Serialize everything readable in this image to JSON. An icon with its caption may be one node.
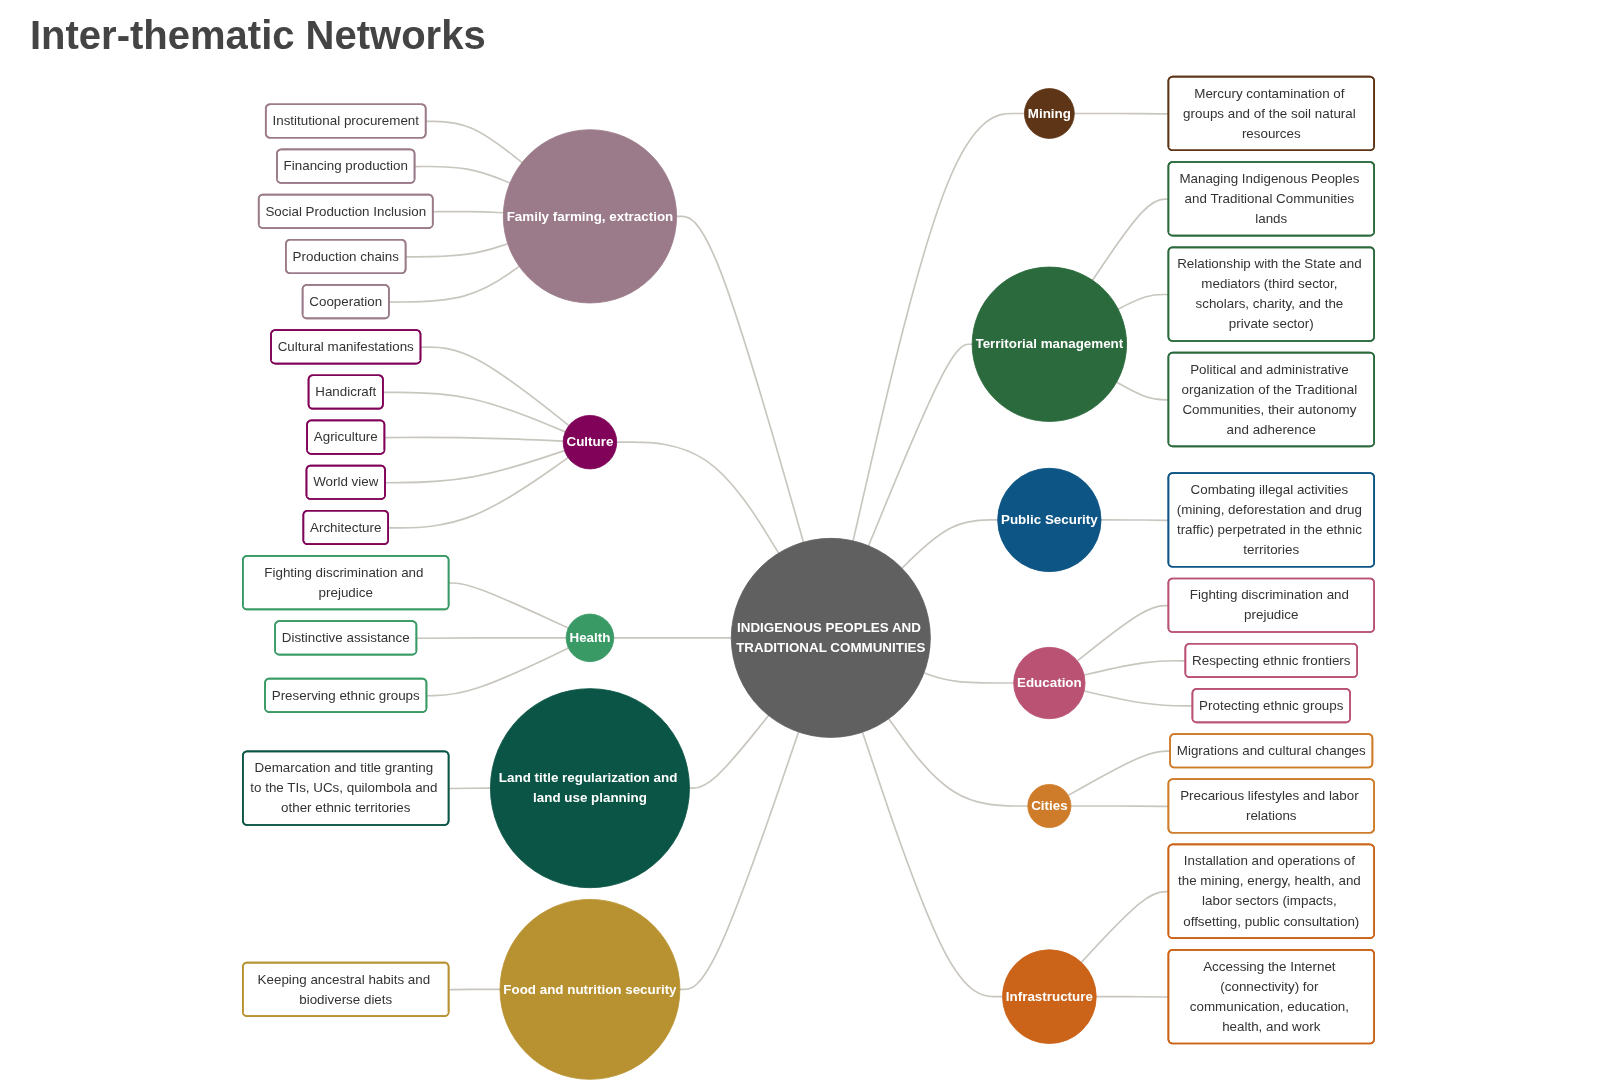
{
  "diagram": {
    "title": "Inter-thematic Networks",
    "nodes": [
      {
        "text": [
          "INDIGENOUS PEOPLES AND TRADITIONAL COMMUNITIES"
        ]
      },
      {
        "text": [
          "Family farming, extraction"
        ]
      },
      {
        "text": [
          "Institutional procurement"
        ]
      },
      {
        "text": [
          "Financing production"
        ]
      },
      {
        "text": [
          "Social Production Inclusion"
        ]
      },
      {
        "text": [
          "Production chains"
        ]
      },
      {
        "text": [
          "Cooperation"
        ]
      },
      {
        "text": [
          "Mining"
        ]
      },
      {
        "text": [
          "Mercury contamination of groups and of the soil natural resources"
        ]
      },
      {
        "text": [
          "Territorial management"
        ]
      },
      {
        "text": [
          "Managing Indigenous Peoples and Traditional Communities lands"
        ]
      },
      {
        "text": [
          "Relationship with the State and mediators (third sector, scholars, charity, and the private sector)"
        ]
      },
      {
        "text": [
          "Political and administrative organization of the Traditional Communities, their autonomy and adherence"
        ]
      },
      {
        "text": [
          "Public Security"
        ]
      },
      {
        "text": [
          "Combating illegal activities (mining, deforestation and drug traffic) perpetrated in the ethnic territories"
        ]
      },
      {
        "text": [
          "Education"
        ]
      },
      {
        "text": [
          "Fighting discrimination and prejudice"
        ]
      },
      {
        "text": [
          "Respecting ethnic frontiers"
        ]
      },
      {
        "text": [
          "Protecting ethnic groups"
        ]
      },
      {
        "text": [
          "Cities"
        ]
      },
      {
        "text": [
          "Migrations and cultural changes"
        ]
      },
      {
        "text": [
          "Precarious lifestyles and labor relations"
        ]
      },
      {
        "text": [
          "Infrastructure"
        ]
      },
      {
        "text": [
          "Installation and operations of the mining, energy, health, and labor sectors (impacts, offsetting, public consultation)"
        ]
      },
      {
        "text": [
          "Accessing the Internet (connectivity) for communication, education, health, and work"
        ]
      },
      {
        "text": [
          "Culture"
        ]
      },
      {
        "text": [
          "Cultural manifestations"
        ]
      },
      {
        "text": [
          "Handicraft"
        ]
      },
      {
        "text": [
          "Agriculture"
        ]
      },
      {
        "text": [
          "World view"
        ]
      },
      {
        "text": [
          "Architecture"
        ]
      },
      {
        "text": [
          "Health"
        ]
      },
      {
        "text": [
          "Fighting discrimination and prejudice"
        ]
      },
      {
        "text": [
          "Distinctive assistance"
        ]
      },
      {
        "text": [
          "Preserving ethnic groups"
        ]
      },
      {
        "text": [
          "Land title regularization and land use planning"
        ]
      },
      {
        "text": [
          "Demarcation and title granting to the TIs, UCs, quilombola and other ethnic territories"
        ]
      },
      {
        "text": [
          "Food and nutrition security"
        ]
      },
      {
        "text": [
          "Keeping ancestral habits and biodiverse diets"
        ]
      }
    ],
    "edges": [
      {
        "from": 1,
        "to": 0,
        "arrow": "none"
      },
      {
        "from": 2,
        "to": 1,
        "arrow": "none"
      },
      {
        "from": 3,
        "to": 1,
        "arrow": "none"
      },
      {
        "from": 4,
        "to": 1,
        "arrow": "none"
      },
      {
        "from": 5,
        "to": 1,
        "arrow": "none"
      },
      {
        "from": 6,
        "to": 1,
        "arrow": "none"
      },
      {
        "from": 0,
        "to": 7,
        "arrow": "none"
      },
      {
        "from": 7,
        "to": 8,
        "arrow": "none"
      },
      {
        "from": 0,
        "to": 9,
        "arrow": "none"
      },
      {
        "from": 9,
        "to": 10,
        "arrow": "none"
      },
      {
        "from": 9,
        "to": 11,
        "arrow": "none"
      },
      {
        "from": 9,
        "to": 12,
        "arrow": "none"
      },
      {
        "from": 0,
        "to": 13,
        "arrow": "none"
      },
      {
        "from": 13,
        "to": 14,
        "arrow": "none"
      },
      {
        "from": 0,
        "to": 15,
        "arrow": "none"
      },
      {
        "from": 15,
        "to": 16,
        "arrow": "none"
      },
      {
        "from": 15,
        "to": 17,
        "arrow": "none"
      },
      {
        "from": 15,
        "to": 18,
        "arrow": "none"
      },
      {
        "from": 0,
        "to": 19,
        "arrow": "none"
      },
      {
        "from": 19,
        "to": 20,
        "arrow": "none"
      },
      {
        "from": 19,
        "to": 21,
        "arrow": "none"
      },
      {
        "from": 0,
        "to": 22,
        "arrow": "none"
      },
      {
        "from": 22,
        "to": 23,
        "arrow": "none"
      },
      {
        "from": 22,
        "to": 24,
        "arrow": "none"
      },
      {
        "from": 25,
        "to": 0,
        "arrow": "none"
      },
      {
        "from": 26,
        "to": 25,
        "arrow": "none"
      },
      {
        "from": 27,
        "to": 25,
        "arrow": "none"
      },
      {
        "from": 28,
        "to": 25,
        "arrow": "none"
      },
      {
        "from": 29,
        "to": 25,
        "arrow": "none"
      },
      {
        "from": 30,
        "to": 25,
        "arrow": "none"
      },
      {
        "from": 31,
        "to": 0,
        "arrow": "none"
      },
      {
        "from": 32,
        "to": 31,
        "arrow": "none"
      },
      {
        "from": 33,
        "to": 31,
        "arrow": "none"
      },
      {
        "from": 34,
        "to": 31,
        "arrow": "none"
      },
      {
        "from": 35,
        "to": 0,
        "arrow": "none"
      },
      {
        "from": 36,
        "to": 35,
        "arrow": "none"
      },
      {
        "from": 37,
        "to": 0,
        "arrow": "none"
      },
      {
        "from": 38,
        "to": 37,
        "arrow": "none"
      }
    ]
  }
}
